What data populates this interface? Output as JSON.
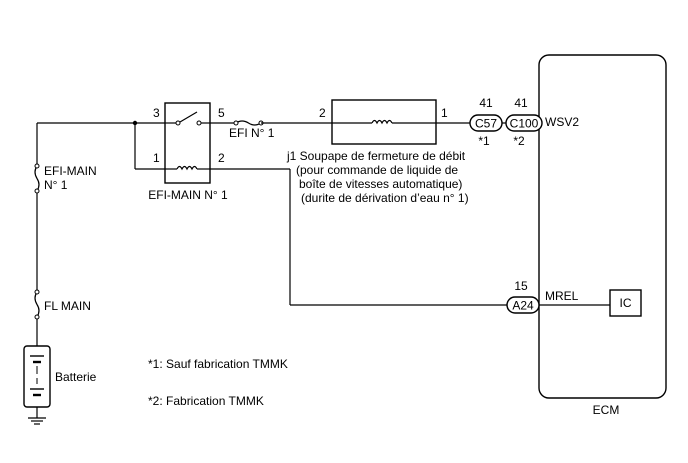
{
  "relay": {
    "label": "EFI-MAIN N° 1",
    "pin_3": "3",
    "pin_5": "5",
    "pin_1": "1",
    "pin_2": "2"
  },
  "fuses": {
    "efi_n1": "EFI N° 1",
    "efi_main_line1": "EFI-MAIN",
    "efi_main_line2": "N° 1",
    "fl_main": "FL MAIN"
  },
  "battery": {
    "label": "Batterie"
  },
  "valve": {
    "pin_left": "2",
    "pin_right": "1",
    "line1": "j1 Soupape de fermeture de débit",
    "line2": "(pour commande de liquide de",
    "line3": "boîte de vitesses automatique)",
    "line4": "(durite de dérivation d’eau n° 1)"
  },
  "connectors": {
    "c57": {
      "name": "C57",
      "pin": "41",
      "note": "*1"
    },
    "c100": {
      "name": "C100",
      "pin": "41",
      "note": "*2"
    },
    "a24": {
      "name": "A24",
      "pin": "15"
    }
  },
  "ecm": {
    "label": "ECM",
    "signal_wsv2": "WSV2",
    "signal_mrel": "MREL",
    "ic_label": "IC"
  },
  "notes": {
    "note1": "*1: Sauf fabrication TMMK",
    "note2": "*2: Fabrication TMMK"
  }
}
